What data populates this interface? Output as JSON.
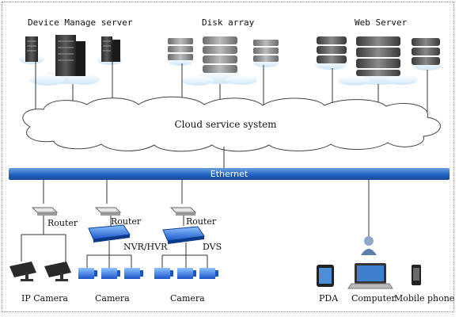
{
  "groups": {
    "device_manage": "Device Manage server",
    "disk_array": "Disk array",
    "web_server": "Web Server"
  },
  "cloud_label": "Cloud service system",
  "network_label": "Ethernet",
  "routers": [
    "Router",
    "Router",
    "Router"
  ],
  "recorders": {
    "nvr": "NVR/HVR",
    "dvs": "DVS"
  },
  "endpoints": {
    "ip_camera": "IP Camera",
    "camera_1": "Camera",
    "camera_2": "Camera",
    "pda": "PDA",
    "computer": "Computer",
    "mobile": "Mobile phone"
  },
  "colors": {
    "ethernet": "#1f5fbf",
    "cloud_outline": "#444444"
  }
}
